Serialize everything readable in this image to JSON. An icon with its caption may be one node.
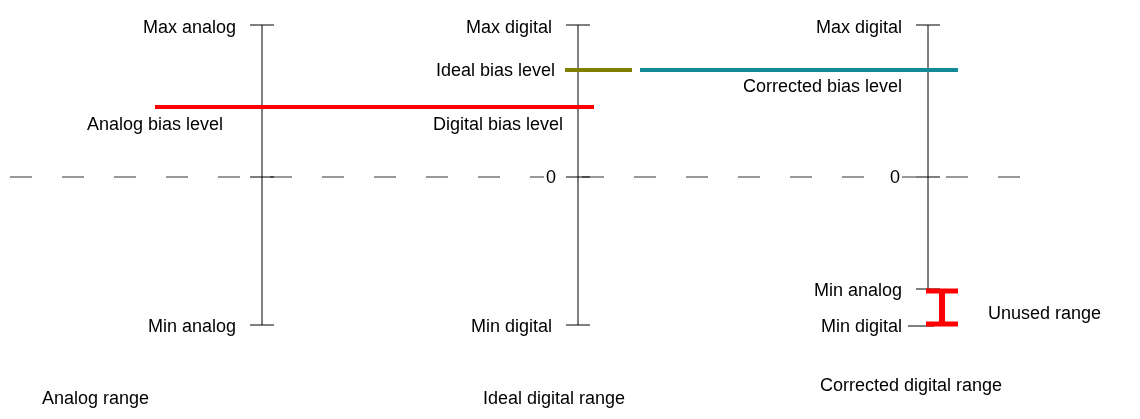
{
  "diagram": {
    "labels": [
      "Max analog",
      "Max digital",
      "Max digital",
      "Ideal bias level",
      "Corrected bias level",
      "Analog bias level",
      "Digital bias level",
      "0",
      "0",
      "Min analog",
      "Unused range",
      "Min analog",
      "Min digital",
      "Min digital",
      "Analog range",
      "Ideal digital range",
      "Corrected digital range"
    ]
  }
}
